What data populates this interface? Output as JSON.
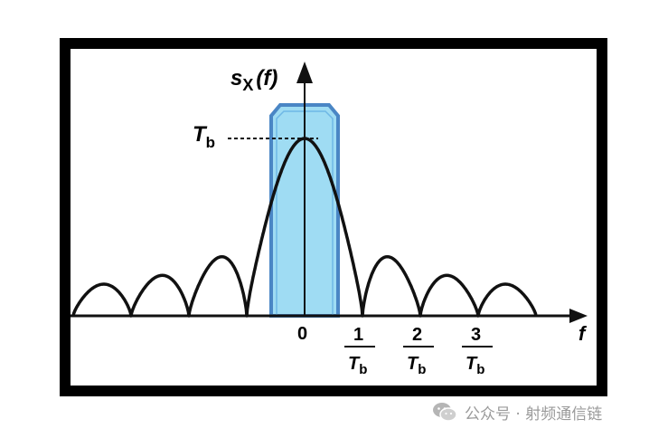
{
  "diagram": {
    "y_axis_label": {
      "main": "s",
      "sub": "X",
      "arg": "(f)"
    },
    "x_axis_label": "f",
    "peak_label": {
      "main": "T",
      "sub": "b"
    },
    "origin_label": "0",
    "ticks": [
      {
        "num": "1",
        "den_main": "T",
        "den_sub": "b"
      },
      {
        "num": "2",
        "den_main": "T",
        "den_sub": "b"
      },
      {
        "num": "3",
        "den_main": "T",
        "den_sub": "b"
      }
    ],
    "band_color": "#9fdcf3",
    "band_stroke": "#4a86c5",
    "curve_color": "#111111"
  },
  "watermark": {
    "text": "公众号 · 射频通信链"
  }
}
